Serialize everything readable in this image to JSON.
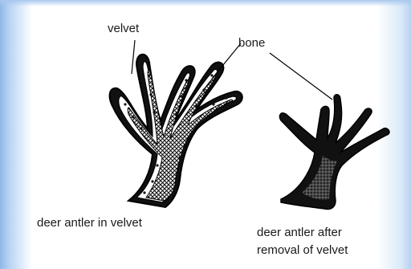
{
  "labels": {
    "velvet": "velvet",
    "bone": "bone",
    "caption_left": "deer antler in velvet",
    "caption_right_line1": "deer antler after",
    "caption_right_line2": "removal of velvet"
  }
}
